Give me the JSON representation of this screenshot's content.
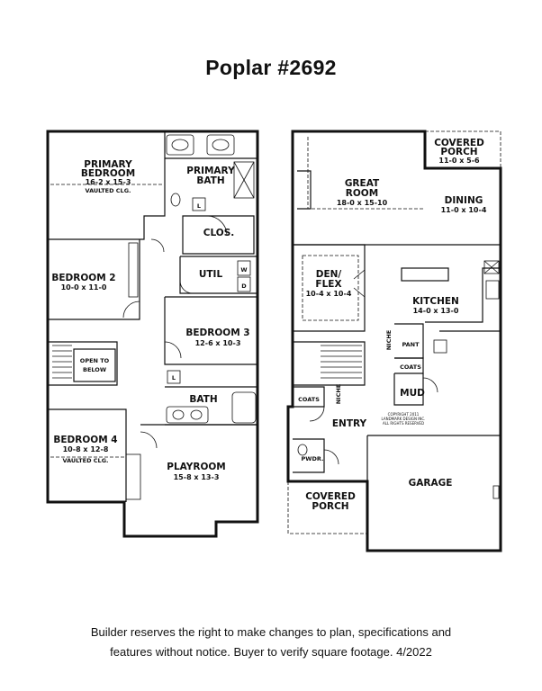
{
  "title": "Poplar #2692",
  "upper_floor": {
    "primary_bedroom": {
      "name_line1": "PRIMARY",
      "name_line2": "BEDROOM",
      "dims": "16-2 x 15-3",
      "note": "VAULTED CLG."
    },
    "primary_bath": {
      "name_line1": "PRIMARY",
      "name_line2": "BATH"
    },
    "closet": "CLOS.",
    "util": "UTIL",
    "washer": "W",
    "dryer": "D",
    "linen_left": "L",
    "linen_bath": "L",
    "bedroom2": {
      "name": "BEDROOM 2",
      "dims": "10-0 x 11-0"
    },
    "bedroom3": {
      "name": "BEDROOM 3",
      "dims": "12-6 x 10-3"
    },
    "open_to_below": {
      "line1": "OPEN TO",
      "line2": "BELOW"
    },
    "bath": "BATH",
    "bedroom4": {
      "name": "BEDROOM 4",
      "dims": "10-8 x 12-8",
      "note": "VAULTED CLG."
    },
    "playroom": {
      "name": "PLAYROOM",
      "dims": "15-8 x 13-3"
    }
  },
  "main_floor": {
    "covered_porch_top": {
      "line1": "COVERED",
      "line2": "PORCH",
      "dims": "11-0 x 5-6"
    },
    "great_room": {
      "line1": "GREAT",
      "line2": "ROOM",
      "dims": "18-0 x 15-10"
    },
    "dining": {
      "name": "DINING",
      "dims": "11-0 x 10-4"
    },
    "den_flex": {
      "line1": "DEN/",
      "line2": "FLEX",
      "dims": "10-4 x 10-4"
    },
    "kitchen": {
      "name": "KITCHEN",
      "dims": "14-0 x 13-0"
    },
    "niche_upper": "NICHE",
    "pant": "PANT",
    "coats_right": "COATS",
    "mud": "MUD",
    "coats_left": "COATS",
    "niche_lower": "NICHE",
    "entry": "ENTRY",
    "copyright": {
      "line1": "COPYRIGHT 2011",
      "line2": "LANDMARK DESIGN INC.",
      "line3": "ALL RIGHTS RESERVED"
    },
    "pwdr": "PWDR.",
    "covered_porch_front": {
      "line1": "COVERED",
      "line2": "PORCH"
    },
    "garage": "GARAGE"
  },
  "footer": {
    "line1": "Builder reserves the right to make changes to plan, specifications and",
    "line2": "features without notice.  Buyer to verify square footage.  4/2022"
  }
}
